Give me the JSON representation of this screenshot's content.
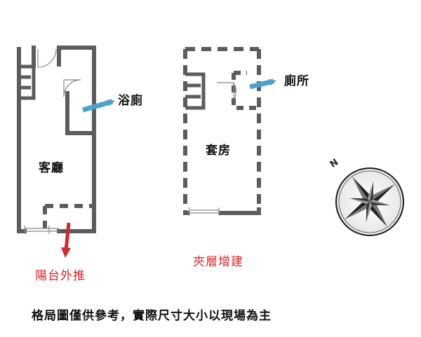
{
  "plan_left": {
    "living_room": "客廳",
    "bathroom": "浴廁",
    "balcony_note": "陽台外推"
  },
  "plan_right": {
    "suite": "套房",
    "toilet": "廁所",
    "mezzanine_note": "夾層增建"
  },
  "compass": {
    "north_label": "N",
    "icon": "compass-rose-icon"
  },
  "footer_note": "格局圖僅供參考，實際尺寸大小以現場為主",
  "colors": {
    "wall": "#5c5c5c",
    "arrow_blue": "#4ea2c9",
    "arrow_red": "#d8262b",
    "note_red": "#d8262b"
  }
}
